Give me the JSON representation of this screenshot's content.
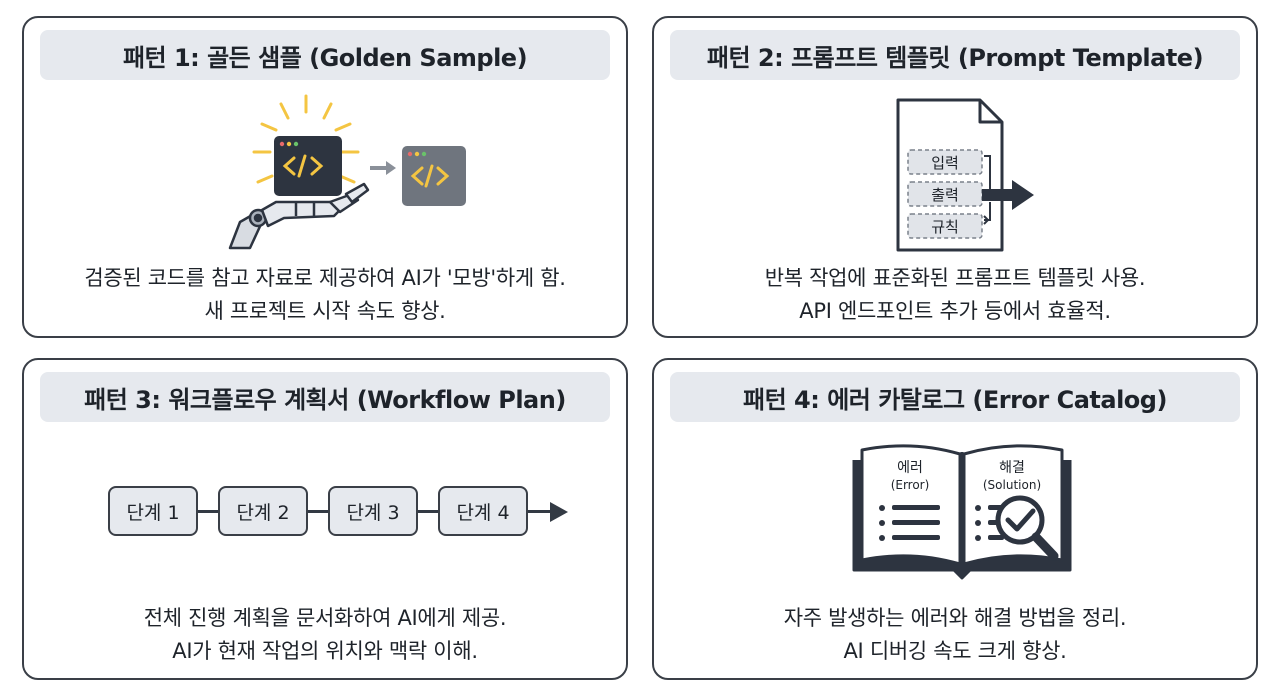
{
  "colors": {
    "border": "#3a3f47",
    "title_bg": "#e6e9ee",
    "dark": "#2d3440",
    "code_yellow": "#f4c542",
    "gray_window": "#6f757e",
    "text": "#1e232a"
  },
  "cards": [
    {
      "title": "패턴 1: 골든 샘플 (Golden Sample)",
      "desc": [
        "검증된 코드를 참고 자료로 제공하여 AI가 '모방'하게 함.",
        "새 프로젝트 시작 속도 향상."
      ],
      "icons": [
        "robot-hand-icon",
        "code-window-icon",
        "arrow-right-icon",
        "code-window-copy-icon"
      ]
    },
    {
      "title": "패턴 2: 프롬프트 템플릿 (Prompt Template)",
      "desc": [
        "반복 작업에 표준화된 프롬프트 템플릿 사용.",
        "API 엔드포인트 추가 등에서 효율적."
      ],
      "fields": [
        "입력",
        "출력",
        "규칙"
      ],
      "icons": [
        "document-template-icon",
        "arrow-right-icon"
      ]
    },
    {
      "title": "패턴 3: 워크플로우 계획서 (Workflow Plan)",
      "desc": [
        "전체 진행 계획을 문서화하여 AI에게 제공.",
        "AI가 현재 작업의 위치와 맥락 이해."
      ],
      "steps": [
        "단계 1",
        "단계 2",
        "단계 3",
        "단계 4"
      ],
      "icons": [
        "arrow-right-icon"
      ]
    },
    {
      "title": "패턴 4: 에러 카탈로그 (Error Catalog)",
      "desc": [
        "자주 발생하는 에러와 해결 방법을 정리.",
        "AI 디버깅 속도 크게 향상."
      ],
      "book": {
        "left_title": "에러",
        "left_sub": "(Error)",
        "right_title": "해결",
        "right_sub": "(Solution)"
      },
      "icons": [
        "open-book-icon",
        "magnifier-check-icon"
      ]
    }
  ]
}
